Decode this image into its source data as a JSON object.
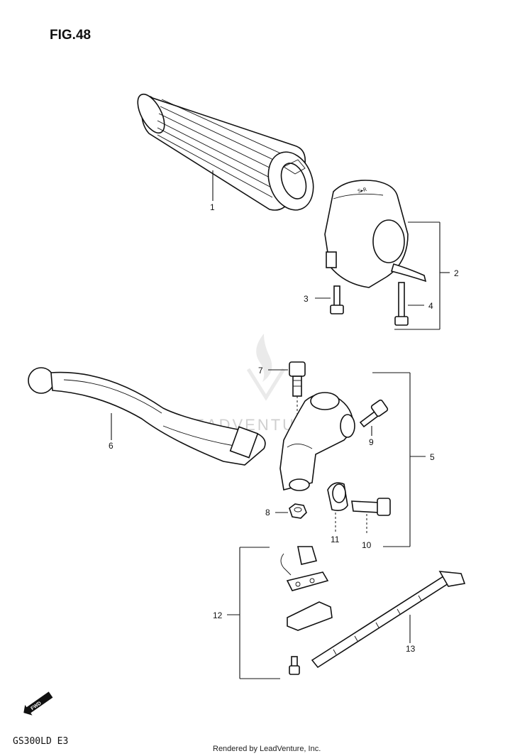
{
  "header": {
    "figure_title": "FIG.48"
  },
  "footer": {
    "model_code": "GS300LD  E3",
    "credit": "Rendered by LeadVenture, Inc."
  },
  "watermark": {
    "text": "LEADVENTURE"
  },
  "fwd_marker": {
    "text": "FWD"
  },
  "callouts": [
    "1",
    "2",
    "3",
    "4",
    "5",
    "6",
    "7",
    "8",
    "9",
    "10",
    "11",
    "12",
    "13"
  ]
}
